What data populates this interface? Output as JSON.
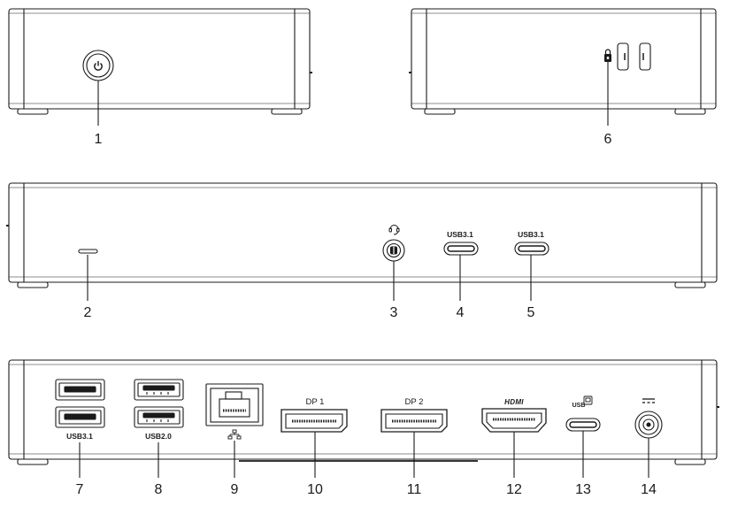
{
  "callouts": [
    "1",
    "2",
    "3",
    "4",
    "5",
    "6",
    "7",
    "8",
    "9",
    "10",
    "11",
    "12",
    "13",
    "14"
  ],
  "port_labels": {
    "usb31_front_a": "USB3.1",
    "usb31_front_b": "USB3.1",
    "usb31_rear": "USB3.1",
    "usb20_rear": "USB2.0",
    "dp1": "DP 1",
    "dp2": "DP 2",
    "hdmi": "HDMI",
    "usb_c": "USB"
  },
  "icons": {
    "power": "power-icon",
    "lock": "kensington-lock-icon",
    "headset": "headset-icon",
    "network": "network-icon",
    "dc_in": "dc-power-icon",
    "usb_display": "usb-display-icon"
  },
  "colors": {
    "line": "#1a1a1a",
    "background": "#ffffff"
  }
}
